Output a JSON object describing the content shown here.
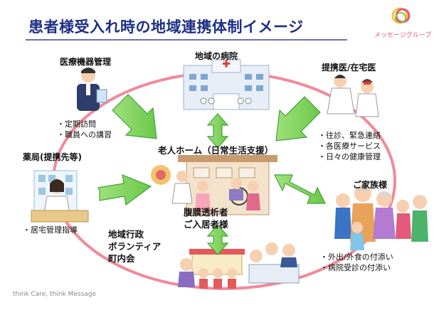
{
  "header": {
    "title": "患者様受入れ時の地域連携体制イメージ",
    "logo_text": "メッセージグループ"
  },
  "nodes": {
    "medical_equipment": {
      "label": "医療機器管理",
      "bullets": [
        "・定期訪問",
        "・職員への講習"
      ]
    },
    "hospital": {
      "label": "地域の病院"
    },
    "home_doctor": {
      "label": "提携医/在宅医",
      "bullets": [
        "・往診、緊急連絡",
        "・各医療サービス",
        "・日々の健康管理"
      ]
    },
    "pharmacy": {
      "label": "薬局(提携先等)",
      "bullets": [
        "・居宅管理指導"
      ]
    },
    "nursing_home": {
      "label": "老人ホーム（日常生活支援）",
      "patient_lines": [
        "腹膜透析者",
        "ご入居者様"
      ]
    },
    "family": {
      "label": "ご家族様",
      "bullets": [
        "・外出/外食の付添い",
        "・病院受診の付添い"
      ]
    },
    "community": {
      "lines": [
        "地域行政",
        "ボランティア",
        "町内会"
      ]
    }
  },
  "footer": {
    "tagline": "think Care, think Message"
  },
  "colors": {
    "title": "#1d2f86",
    "ring": "#f08a9a",
    "arrow": "#7ed35a",
    "arrow_edge": "#3fa33a",
    "logo": "#e05a82"
  }
}
